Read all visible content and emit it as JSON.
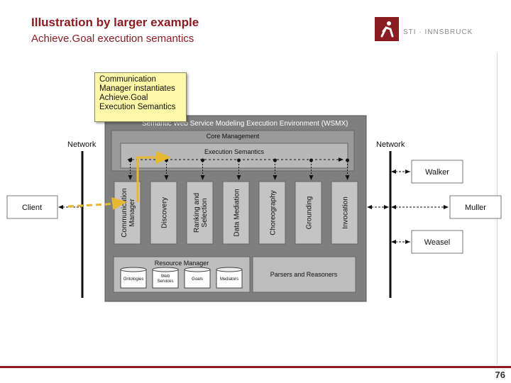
{
  "header": {
    "title": "Illustration by larger example",
    "subtitle": "Achieve.Goal execution semantics",
    "logo_text": "STI · INNSBRUCK",
    "brand_color": "#8a1c22"
  },
  "callout": {
    "lines": [
      "Communication",
      "Manager instantiates",
      "Achieve.Goal",
      "Execution Semantics"
    ]
  },
  "diagram": {
    "env_title": "Semantic Web Service Modeling Execution Environment (WSMX)",
    "core_management": "Core Management",
    "execution_semantics": "Execution Semantics",
    "components": [
      [
        "Communication",
        "Manager"
      ],
      [
        "Discovery"
      ],
      [
        "Ranking and",
        "Selection"
      ],
      [
        "Data Mediation"
      ],
      [
        "Choreography"
      ],
      [
        "Grounding"
      ],
      [
        "Invocation"
      ]
    ],
    "resource_manager": "Resource Manager",
    "repositories": [
      [
        "Ontologies"
      ],
      [
        "Web",
        "Services"
      ],
      [
        "Goals"
      ],
      [
        "Mediators"
      ]
    ],
    "parsers": "Parsers and Reasoners",
    "network_left": "Network",
    "network_right": "Network",
    "client": "Client",
    "services": [
      "Walker",
      "Muller",
      "Weasel"
    ],
    "highlight_color": "#e8b830"
  },
  "page": {
    "number": "76"
  }
}
